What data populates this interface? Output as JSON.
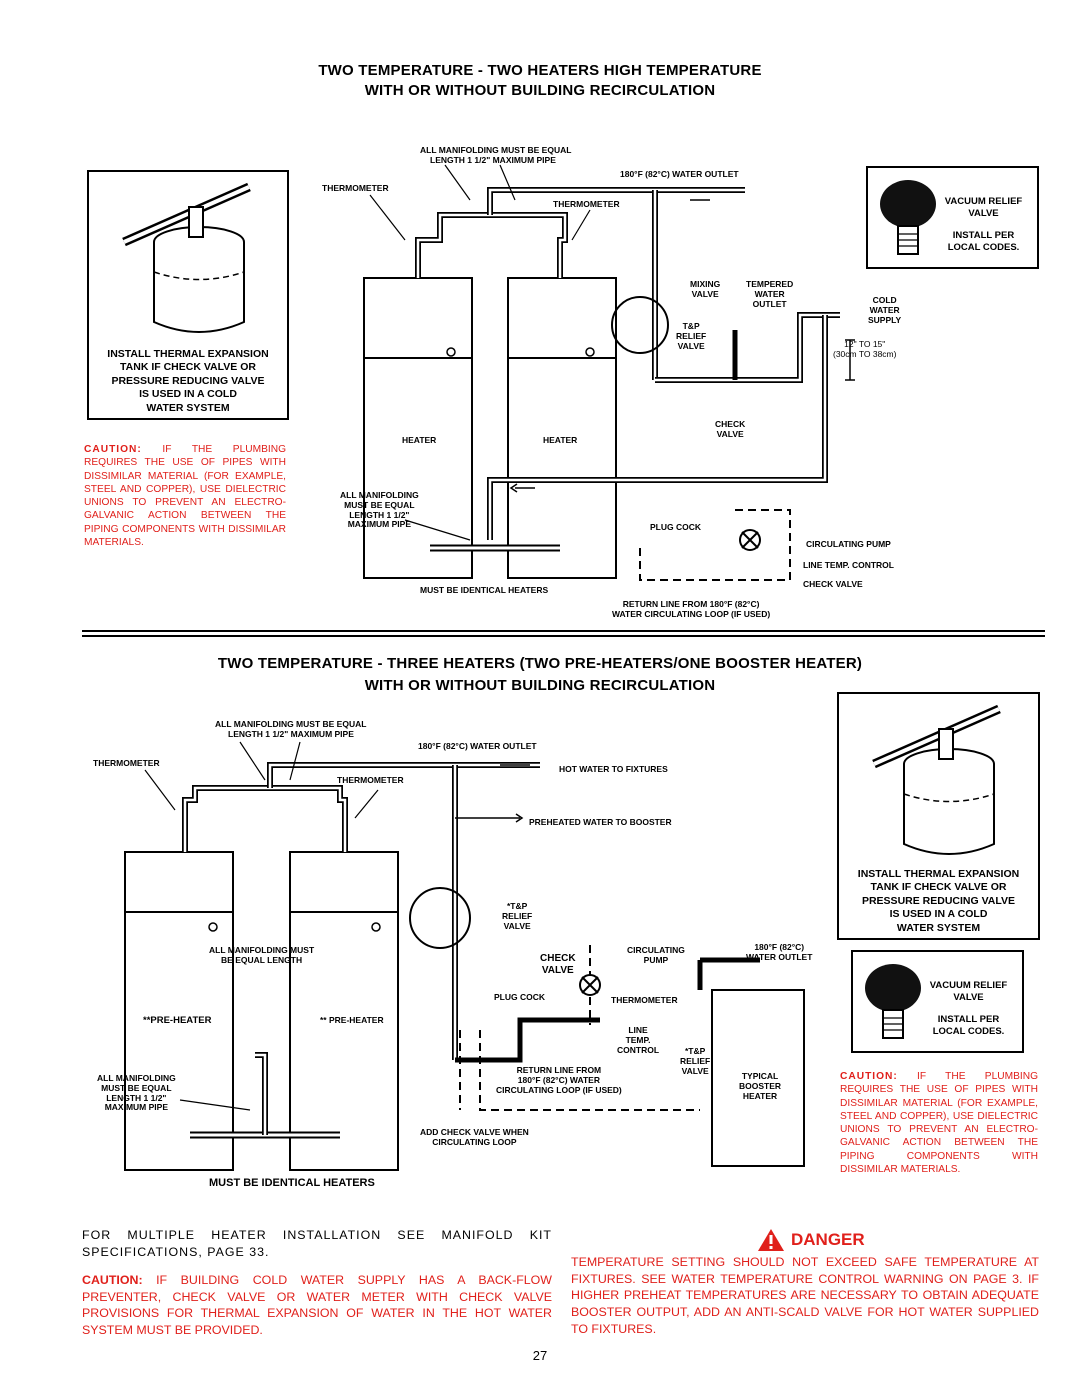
{
  "section1": {
    "title_line1": "TWO TEMPERATURE - TWO HEATERS HIGH TEMPERATURE",
    "title_line2": "WITH OR WITHOUT BUILDING RECIRCULATION",
    "labels": {
      "manifold_equal": "ALL MANIFOLDING MUST BE EQUAL",
      "manifold_length": "LENGTH 1 1/2\" MAXIMUM PIPE",
      "water_outlet": "180°F (82°C) WATER OUTLET",
      "thermometer_left": "THERMOMETER",
      "thermometer_right": "THERMOMETER",
      "mixing_valve": "MIXING\nVALVE",
      "tempered_outlet": "TEMPERED\nWATER\nOUTLET",
      "cold_supply": "COLD\nWATER\nSUPPLY",
      "tp_relief": "T&P\nRELIEF\nVALVE",
      "spacing": "12\" TO 15\"\n(30cm TO 38cm)",
      "check_valve_top": "CHECK\nVALVE",
      "heater_left": "HEATER",
      "heater_right": "HEATER",
      "manifold_bottom": "ALL MANIFOLDING\nMUST BE EQUAL\nLENGTH 1 1/2\"\nMAXIMUM PIPE",
      "plug_cock": "PLUG COCK",
      "circulating_pump": "CIRCULATING PUMP",
      "line_temp_control": "LINE TEMP. CONTROL",
      "check_valve_bottom": "CHECK VALVE",
      "identical_heaters": "MUST BE IDENTICAL HEATERS",
      "return_line": "RETURN LINE FROM 180°F (82°C)\nWATER CIRCULATING LOOP (IF USED)"
    },
    "expansion_box": "INSTALL THERMAL EXPANSION\nTANK IF CHECK VALVE OR\nPRESSURE REDUCING VALVE\nIS USED IN A COLD\nWATER SYSTEM",
    "vacuum_box": {
      "title": "VACUUM RELIEF\nVALVE",
      "note": "INSTALL PER\nLOCAL CODES."
    },
    "caution_lead": "CAUTION:",
    "caution_text": " IF THE PLUMBING REQUIRES THE USE OF PIPES WITH DISSIMILAR MATERIAL (FOR EXAMPLE, STEEL AND COPPER), USE DIELECTRIC UNIONS TO PREVENT AN ELECTRO-GALVANIC ACTION BETWEEN THE PIPING COMPONENTS WITH DISSIMILAR MATERIALS."
  },
  "section2": {
    "title_line1": "TWO TEMPERATURE - THREE HEATERS (TWO PRE-HEATERS/ONE BOOSTER HEATER)",
    "title_line2": "WITH OR WITHOUT BUILDING RECIRCULATION",
    "labels": {
      "manifold_equal": "ALL MANIFOLDING MUST BE EQUAL",
      "manifold_length": "LENGTH 1 1/2\" MAXIMUM PIPE",
      "water_outlet": "180°F (82°C) WATER OUTLET",
      "thermometer_left": "THERMOMETER",
      "thermometer_mid": "THERMOMETER",
      "hot_to_fixtures": "HOT WATER TO FIXTURES",
      "preheated": "PREHEATED WATER TO BOOSTER",
      "tp_relief": "*T&P\nRELIEF\nVALVE",
      "manifold_equal_len": "ALL MANIFOLDING MUST\nBE EQUAL LENGTH",
      "check_valve": "CHECK\nVALVE",
      "circulating_pump": "CIRCULATING\nPUMP",
      "booster_outlet": "180°F (82°C)\nWATER OUTLET",
      "plug_cock": "PLUG COCK",
      "thermometer_booster": "THERMOMETER",
      "pre_heater_left": "**PRE-HEATER",
      "pre_heater_right": "** PRE-HEATER",
      "line_temp_control": "LINE\nTEMP.\nCONTROL",
      "tp_booster": "*T&P\nRELIEF\nVALVE",
      "return_line": "RETURN LINE FROM\n180°F (82°C) WATER\nCIRCULATING LOOP (IF USED)",
      "typical_booster": "TYPICAL\nBOOSTER\nHEATER",
      "manifold_bottom": "ALL MANIFOLDING\nMUST BE EQUAL\nLENGTH 1 1/2\"\nMAXIMUM PIPE",
      "add_check_valve": "ADD CHECK VALVE WHEN\nCIRCULATING LOOP",
      "identical_heaters": "MUST BE IDENTICAL HEATERS"
    },
    "expansion_box": "INSTALL THERMAL EXPANSION\nTANK IF CHECK VALVE OR\nPRESSURE REDUCING VALVE\nIS USED IN A COLD\nWATER SYSTEM",
    "vacuum_box": {
      "title": "VACUUM RELIEF\nVALVE",
      "note": "INSTALL PER\nLOCAL CODES."
    },
    "caution_lead": "CAUTION:",
    "caution_text": " IF THE PLUMBING REQUIRES THE USE OF PIPES WITH DISSIMILAR MATERIAL (FOR EXAMPLE, STEEL AND COPPER), USE DIELECTRIC UNIONS TO PREVENT AN ELECTRO-GALVANIC ACTION BETWEEN THE PIPING COMPONENTS WITH DISSIMILAR MATERIALS."
  },
  "footer": {
    "manifold_note": "FOR MULTIPLE HEATER INSTALLATION SEE MANIFOLD KIT SPECIFICATIONS, PAGE 33.",
    "caution_lead": "CAUTION:",
    "caution_text": " IF BUILDING COLD WATER SUPPLY HAS A BACK-FLOW PREVENTER, CHECK VALVE OR WATER METER WITH CHECK VALVE PROVISIONS FOR THERMAL EXPANSION OF WATER IN THE HOT WATER SYSTEM MUST BE PROVIDED.",
    "danger_title": "DANGER",
    "danger_text": "TEMPERATURE SETTING SHOULD NOT EXCEED SAFE TEMPERATURE AT FIXTURES. SEE WATER TEMPERATURE CONTROL WARNING ON PAGE 3. IF HIGHER PREHEAT TEMPERATURES ARE NECESSARY TO OBTAIN ADEQUATE BOOSTER OUTPUT, ADD AN ANTI-SCALD VALVE FOR HOT WATER SUPPLIED TO FIXTURES.",
    "page_number": "27"
  },
  "colors": {
    "caution_red": "#e0201b",
    "ink": "#000000"
  }
}
